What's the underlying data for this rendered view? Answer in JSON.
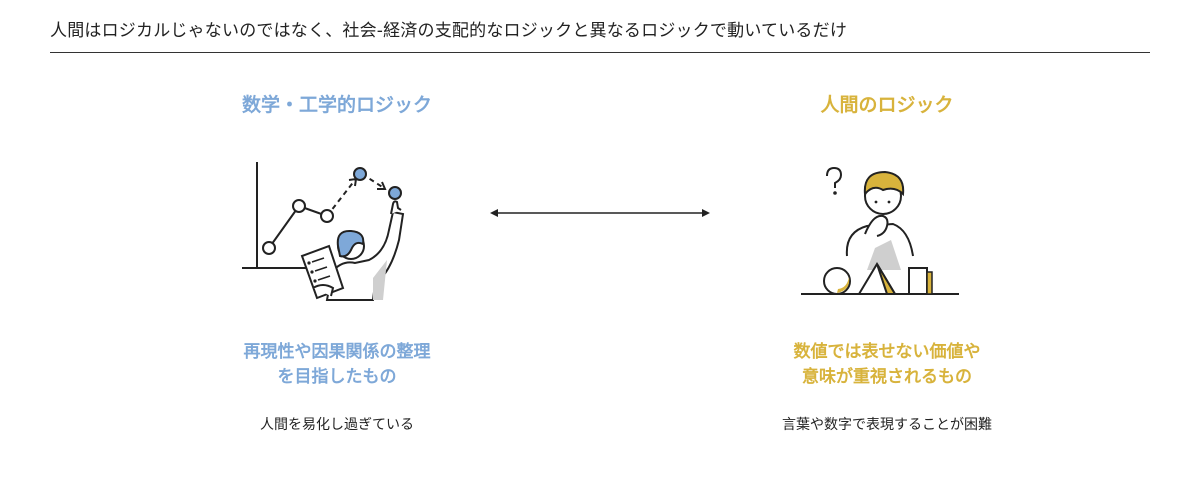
{
  "header": {
    "title": "人間はロジカルじゃないのではなく、社会-経済の支配的なロジックと異なるロジックで動いているだけ"
  },
  "left": {
    "heading": "数学・工学的ロジック",
    "sub_line1": "再現性や因果関係の整理",
    "sub_line2": "を目指したもの",
    "note": "人間を易化し過ぎている",
    "accent": "#7ea8d8"
  },
  "right": {
    "heading": "人間のロジック",
    "sub_line1": "数値では表せない価値や",
    "sub_line2": "意味が重視されるもの",
    "note": "言葉や数字で表現することが困難",
    "accent": "#d8b33c"
  },
  "icons": {
    "left_illustration": "analyst-with-chart-icon",
    "right_illustration": "thinking-person-icon",
    "connector": "double-arrow-icon"
  }
}
